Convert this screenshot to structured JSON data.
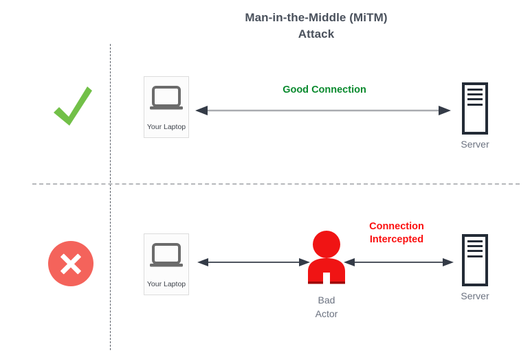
{
  "title": {
    "line1": "Man-in-the-Middle (MiTM)",
    "line2": "Attack"
  },
  "colors": {
    "title_text": "#4a515c",
    "good_green": "#0a8a2e",
    "check_green": "#72c048",
    "bad_red": "#fb0f0f",
    "badge_red": "#f4635b",
    "actor_red": "#f01414",
    "server_dark": "#232b36",
    "laptop_gray": "#6b6b6b",
    "caption_gray": "#6b7280",
    "arrow_gray": "#a9abaf",
    "arrow_dark": "#3a3f4a",
    "divider_gray": "#b6b8bb"
  },
  "rows": {
    "good": {
      "status_icon": "green-check-icon",
      "laptop_label": "Your Laptop",
      "connection_label": "Good Connection",
      "server_label": "Server"
    },
    "attack": {
      "status_icon": "red-x-circle-icon",
      "laptop_label": "Your Laptop",
      "connection_label_line1": "Connection",
      "connection_label_line2": "Intercepted",
      "actor_label_line1": "Bad",
      "actor_label_line2": "Actor",
      "server_label": "Server"
    }
  },
  "icons": {
    "laptop": "laptop-icon",
    "server": "server-rack-icon",
    "actor": "person-icon",
    "arrow": "double-headed-arrow-icon"
  }
}
